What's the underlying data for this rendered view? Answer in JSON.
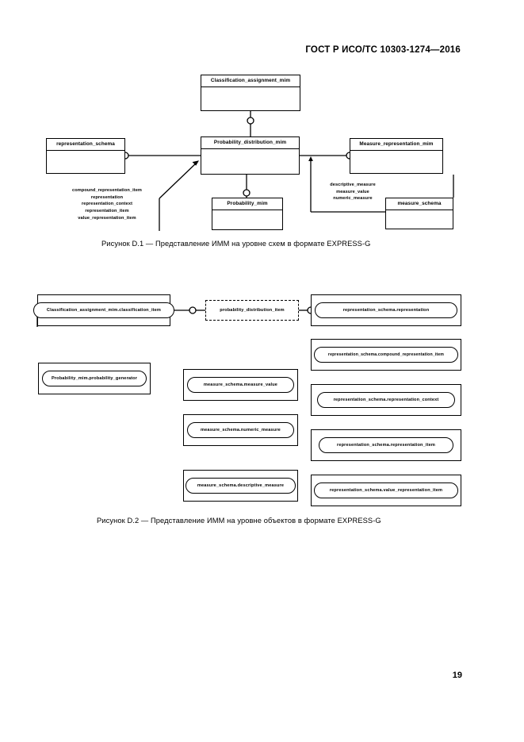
{
  "document": {
    "header": "ГОСТ Р ИСО/ТС 10303-1274—2016",
    "page_number": "19"
  },
  "figure_d1": {
    "caption": "Рисунок D.1 — Представление ИММ на уровне схем в формате EXPRESS-G",
    "boxes": [
      {
        "id": "classification_assignment_mim",
        "label": "Classification_assignment_mim"
      },
      {
        "id": "representation_schema",
        "label": "representation_schema"
      },
      {
        "id": "probability_distribution_mim",
        "label": "Probability_distribution_mim"
      },
      {
        "id": "measure_representation_mim",
        "label": "Measure_representation_mim"
      },
      {
        "id": "probability_mim",
        "label": "Probability_mim"
      },
      {
        "id": "measure_schema",
        "label": "measure_schema"
      }
    ],
    "left_attributes": [
      "compound_representation_item",
      "representation",
      "representation_context",
      "representation_item",
      "value_representation_item"
    ],
    "right_attributes": [
      "descriptive_measure",
      "measure_value",
      "numeric_measure"
    ]
  },
  "figure_d2": {
    "caption": "Рисунок D.2 — Представление ИММ на уровне объектов в формате EXPRESS-G",
    "entities": [
      {
        "id": "classification-item",
        "label": "Classification_assignment_mim.classification_item",
        "style": "solid"
      },
      {
        "id": "probability-distribution-item",
        "label": "probability_distribution_item",
        "style": "dashed"
      },
      {
        "id": "representation",
        "label": "representation_schema.representation",
        "style": "solid"
      },
      {
        "id": "compound-representation-item",
        "label": "representation_schema.compound_representation_item",
        "style": "solid"
      },
      {
        "id": "probability-generator",
        "label": "Probability_mim.probability_generator",
        "style": "solid"
      },
      {
        "id": "measure-value",
        "label": "measure_schema.measure_value",
        "style": "solid"
      },
      {
        "id": "representation-context",
        "label": "representation_schema.representation_context",
        "style": "solid"
      },
      {
        "id": "numeric-measure",
        "label": "measure_schema.numeric_measure",
        "style": "solid"
      },
      {
        "id": "representation-item",
        "label": "representation_schema.representation_item",
        "style": "solid"
      },
      {
        "id": "descriptive-measure",
        "label": "measure_schema.descriptive_measure",
        "style": "solid"
      },
      {
        "id": "value-representation-item",
        "label": "representation_schema.value_representation_item",
        "style": "solid"
      }
    ]
  },
  "colors": {
    "ink": "#000000",
    "paper": "#ffffff"
  }
}
